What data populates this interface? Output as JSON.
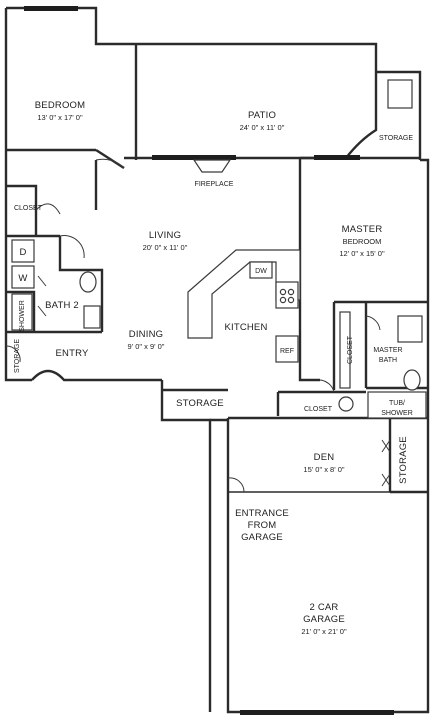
{
  "rooms": {
    "bedroom": {
      "name": "BEDROOM",
      "dims": "13' 0\" x 17' 0\""
    },
    "patio": {
      "name": "PATIO",
      "dims": "24' 0\" x 11' 0\""
    },
    "storage_patio": {
      "name": "STORAGE"
    },
    "closet_bedroom": {
      "name": "CLOSET"
    },
    "fireplace": {
      "name": "FIREPLACE"
    },
    "living": {
      "name": "LIVING",
      "dims": "20' 0\" x 11' 0\""
    },
    "master_bedroom": {
      "name_line1": "MASTER",
      "name_line2": "BEDROOM",
      "dims": "12' 0\" x 15' 0\""
    },
    "dryer": {
      "name": "D"
    },
    "washer": {
      "name": "W"
    },
    "dishwasher": {
      "name": "DW"
    },
    "bath2": {
      "name": "BATH 2"
    },
    "shower": {
      "name": "SHOWER"
    },
    "kitchen": {
      "name": "KITCHEN"
    },
    "dining": {
      "name": "DINING",
      "dims": "9' 0\" x 9' 0\""
    },
    "refrigerator": {
      "name": "REF"
    },
    "closet_master_vertical": {
      "name": "CLOSET"
    },
    "master_bath": {
      "name_line1": "MASTER",
      "name_line2": "BATH"
    },
    "storage_entry": {
      "name": "STORAGE"
    },
    "entry": {
      "name": "ENTRY"
    },
    "storage_hall": {
      "name": "STORAGE"
    },
    "closet_master": {
      "name": "CLOSET"
    },
    "tub_shower": {
      "name_line1": "TUB/",
      "name_line2": "SHOWER"
    },
    "den": {
      "name": "DEN",
      "dims": "15' 0\" x 8' 0\""
    },
    "storage_den": {
      "name": "STORAGE"
    },
    "entrance": {
      "line1": "ENTRANCE",
      "line2": "FROM",
      "line3": "GARAGE"
    },
    "garage": {
      "line1": "2 CAR",
      "line2": "GARAGE",
      "dims": "21' 0\" x 21' 0\""
    }
  }
}
